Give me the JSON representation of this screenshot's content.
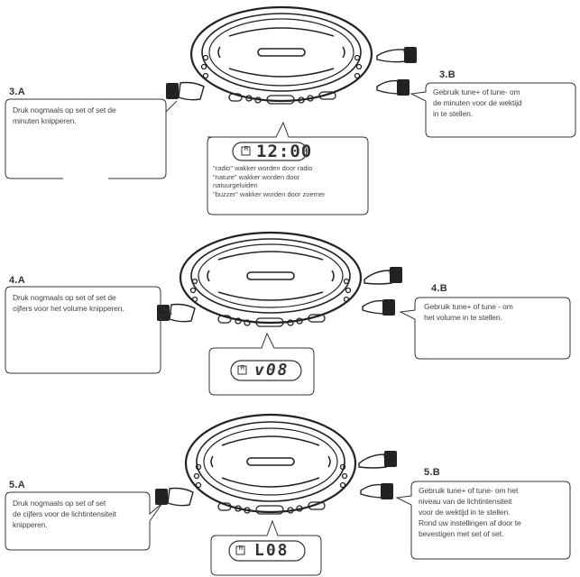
{
  "steps": [
    {
      "id": "3",
      "label_a": "3.A",
      "text_a": "Druk nogmaals op set of set de\nminuten knipperen.",
      "label_b": "3.B",
      "text_b": "Gebruik tune+ of tune- om\nde minuten voor de wektijd\nin te stellen.",
      "display": {
        "mode_icon": "R",
        "digits": "12:00"
      },
      "legend": [
        "\"radio\" wakker worden door radio",
        "\"nature\" wakker worden door",
        "natuurgeluiden",
        "\"buzzer\" wakker worden door zoemer"
      ]
    },
    {
      "id": "4",
      "label_a": "4.A",
      "text_a": "Druk nogmaals op set of set de\ncijfers voor het volume knipperen.",
      "label_b": "4.B",
      "text_b": "Gebruik tune+ of tune - om\nhet volume in te stellen.",
      "display": {
        "mode_icon": "R",
        "digits": "v08"
      }
    },
    {
      "id": "5",
      "label_a": "5.A",
      "text_a": "Druk nogmaals op set of set\nde cijfers voor de lichtintensiteit\nknipperen.",
      "label_b": "5.B",
      "text_b": "Gebruik tune+ of tune- om het\nniveau van de lichtintensiteit\nvoor de wektijd in te stellen.\nRond uw instellingen af door te\nbevestigen met set of set.",
      "display": {
        "mode_icon": "R",
        "digits": "L08"
      }
    }
  ]
}
